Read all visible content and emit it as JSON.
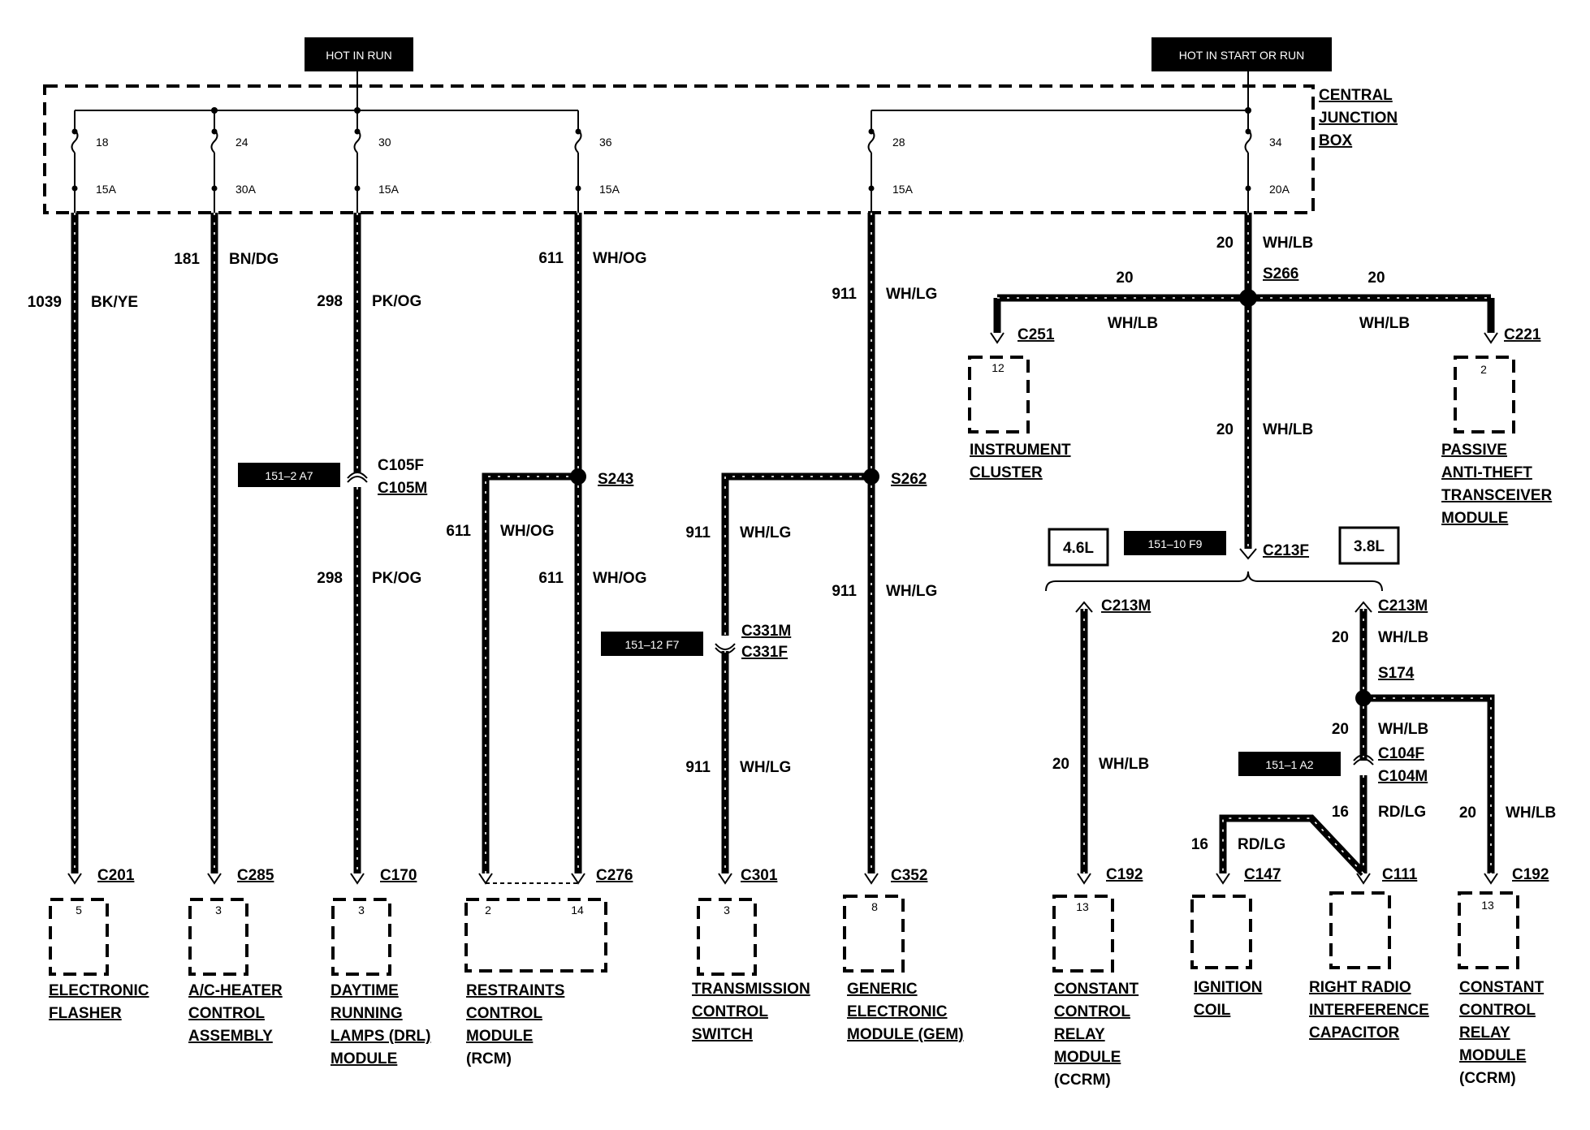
{
  "power_tags": {
    "hot_in_run": "HOT IN RUN",
    "hot_in_start_or_run": "HOT IN START OR RUN"
  },
  "junction_box": {
    "line1": "CENTRAL",
    "line2": "JUNCTION",
    "line3": "BOX"
  },
  "fuses": [
    {
      "number": "18",
      "rating": "15A"
    },
    {
      "number": "24",
      "rating": "30A"
    },
    {
      "number": "30",
      "rating": "15A"
    },
    {
      "number": "36",
      "rating": "15A"
    },
    {
      "number": "28",
      "rating": "15A"
    },
    {
      "number": "34",
      "rating": "20A"
    }
  ],
  "circuits": {
    "c1039": {
      "num": "1039",
      "color": "BK/YE"
    },
    "c181": {
      "num": "181",
      "color": "BN/DG"
    },
    "c298": {
      "num": "298",
      "color": "PK/OG"
    },
    "c611": {
      "num": "611",
      "color": "WH/OG"
    },
    "c911": {
      "num": "911",
      "color": "WH/LG"
    },
    "c20": {
      "num": "20",
      "color": "WH/LB"
    },
    "c16": {
      "num": "16",
      "color": "RD/LG"
    }
  },
  "splices": {
    "s243": "S243",
    "s262": "S262",
    "s266": "S266",
    "s174": "S174"
  },
  "connectors": {
    "c105f": "C105F",
    "c105m": "C105M",
    "c331m": "C331M",
    "c331f": "C331F",
    "c104f": "C104F",
    "c104m": "C104M",
    "c213f": "C213F",
    "c213m": "C213M",
    "c201": "C201",
    "c285": "C285",
    "c170": "C170",
    "c276": "C276",
    "c301": "C301",
    "c352": "C352",
    "c192": "C192",
    "c147": "C147",
    "c111": "C111",
    "c251": "C251",
    "c221": "C221"
  },
  "page_refs": {
    "r1": "151–2  A7",
    "r2": "151–12  F7",
    "r3": "151–10  F9",
    "r4": "151–1  A2"
  },
  "engines": {
    "e1": "4.6L",
    "e2": "3.8L"
  },
  "pins": {
    "flasher": "5",
    "ac": "3",
    "drl": "3",
    "rcm_a": "2",
    "rcm_b": "14",
    "tcs": "3",
    "gem": "8",
    "ccrm1": "13",
    "ccrm2": "13",
    "cluster": "12",
    "pats": "2"
  },
  "components": {
    "flasher": [
      "ELECTRONIC",
      "FLASHER"
    ],
    "ac": [
      "A/C-HEATER",
      "CONTROL",
      "ASSEMBLY"
    ],
    "drl": [
      "DAYTIME",
      "RUNNING",
      "LAMPS (DRL)",
      "MODULE"
    ],
    "rcm": [
      "RESTRAINTS",
      "CONTROL",
      "MODULE",
      "(RCM)"
    ],
    "tcs": [
      "TRANSMISSION",
      "CONTROL",
      "SWITCH"
    ],
    "gem": [
      "GENERIC",
      "ELECTRONIC",
      "MODULE (GEM)"
    ],
    "ccrm1": [
      "CONSTANT",
      "CONTROL",
      "RELAY",
      "MODULE",
      "(CCRM)"
    ],
    "coil": [
      "IGNITION",
      "COIL"
    ],
    "capacitor": [
      "RIGHT RADIO",
      "INTERFERENCE",
      "CAPACITOR"
    ],
    "ccrm2": [
      "CONSTANT",
      "CONTROL",
      "RELAY",
      "MODULE",
      "(CCRM)"
    ],
    "cluster": [
      "INSTRUMENT",
      "CLUSTER"
    ],
    "pats": [
      "PASSIVE",
      "ANTI-THEFT",
      "TRANSCEIVER",
      "MODULE"
    ]
  }
}
